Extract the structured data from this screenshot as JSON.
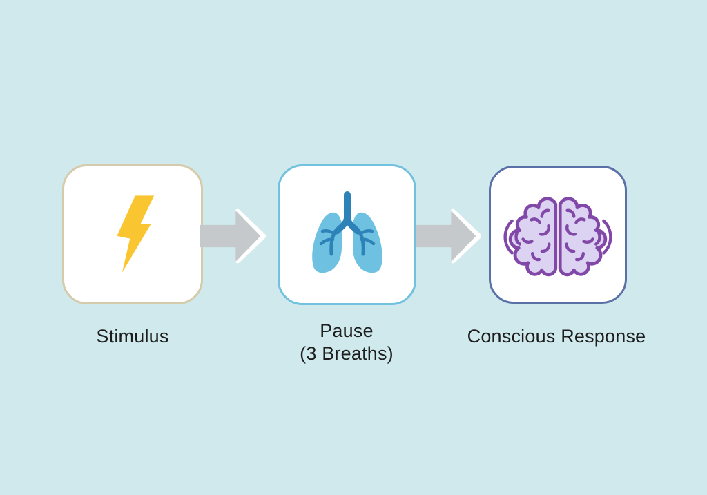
{
  "canvas": {
    "background": "#cfe9ec",
    "text_color": "#1d1d1d"
  },
  "flow": {
    "steps": [
      {
        "label": "Stimulus",
        "icon": "lightning-bolt-icon",
        "card_border": "#d5caa9",
        "colors": {
          "bolt": "#f9c632"
        }
      },
      {
        "label": "Pause",
        "label_line2": "(3 Breaths)",
        "icon": "lungs-icon",
        "card_border": "#72c2df",
        "colors": {
          "lobes": "#6fc1e2",
          "airways": "#2d82b8"
        }
      },
      {
        "label": "Conscious Response",
        "icon": "brain-icon",
        "card_border": "#5a71a7",
        "colors": {
          "outline": "#8148a8",
          "fill": "#dcd2f1"
        }
      }
    ],
    "arrows": {
      "fill": "#c6c9cb",
      "highlight": "#ffffff"
    }
  }
}
